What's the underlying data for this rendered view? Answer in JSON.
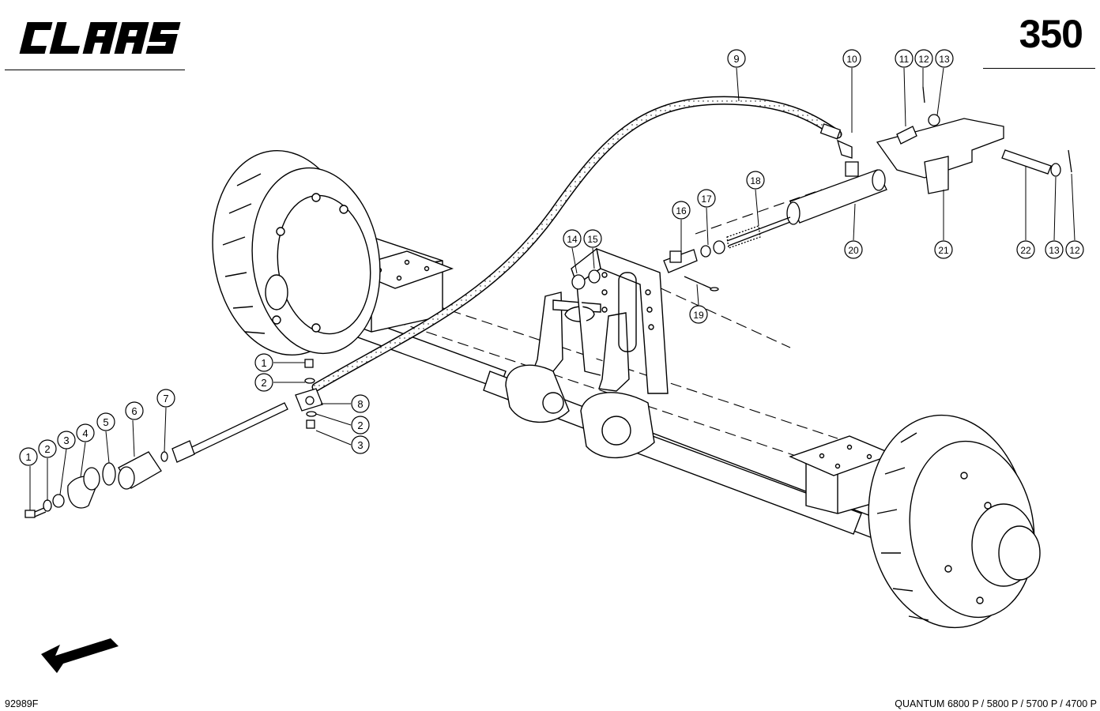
{
  "header": {
    "brand": "CLAAS",
    "page_number": "350"
  },
  "footer": {
    "drawing_number": "92989F",
    "models": "QUANTUM 6800 P / 5800 P / 5700 P / 4700 P"
  },
  "callouts": [
    "1",
    "2",
    "3",
    "4",
    "5",
    "6",
    "7",
    "8",
    "9",
    "10",
    "11",
    "12",
    "13",
    "14",
    "15",
    "16",
    "17",
    "18",
    "19",
    "20",
    "21",
    "22"
  ],
  "callout_labels": {
    "c1a": "1",
    "c2a": "2",
    "c3a": "3",
    "c4": "4",
    "c5": "5",
    "c6": "6",
    "c7": "7",
    "c1b": "1",
    "c2b": "2",
    "c8": "8",
    "c2c": "2",
    "c3b": "3",
    "c9": "9",
    "c10": "10",
    "c11": "11",
    "c12a": "12",
    "c13a": "13",
    "c14": "14",
    "c15": "15",
    "c16": "16",
    "c17": "17",
    "c18": "18",
    "c19": "19",
    "c20": "20",
    "c21": "21",
    "c22": "22",
    "c13b": "13",
    "c12b": "12"
  },
  "icons": {
    "direction": "arrow-direction-icon",
    "logo": "claas-logo"
  }
}
